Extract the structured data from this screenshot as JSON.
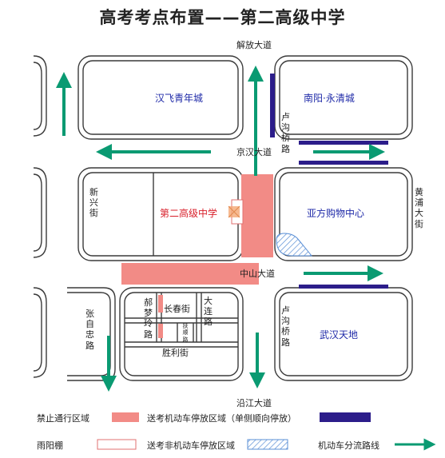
{
  "title": "高考考点布置——第二高级中学",
  "roads": {
    "jiefang": "解放大道",
    "jinghan": "京汉大道",
    "zhongshan": "中山大道",
    "yanjiang": "沿江大道",
    "luguqiao_upper": "卢沟桥路",
    "luguqiao_lower": "卢沟桥路",
    "huangpu": "黄浦大街",
    "xinxing": "新兴街",
    "zhangzizhong": "张自忠路",
    "dusuling": "郝梦玲路",
    "changchun": "长春街",
    "dalian": "大连路",
    "fuyuanlu": "扶顺路",
    "shengli": "胜利街"
  },
  "blocks": {
    "hanfei": "汉飞青年城",
    "nanyang": "南阳·永清城",
    "school": "第二高级中学",
    "yaofang": "亚方购物中心",
    "wuhantiandi": "武汉天地"
  },
  "legend": {
    "no_traffic": "禁止通行区域",
    "motor_parking": "送考机动车停放区域（单侧顺向停放）",
    "canopy": "雨阳棚",
    "nonmotor_parking": "送考非机动车停放区域",
    "diversion": "机动车分流路线"
  },
  "colors": {
    "block_outline": "#3a3a3a",
    "no_traffic": "#f28b86",
    "motor_parking": "#2c1d8a",
    "arrow": "#0a9a72",
    "hatch": "#5a8fd6",
    "canopy_border": "#e07070",
    "label_blue": "#1f2aa8",
    "label_red": "#d81f2a"
  }
}
